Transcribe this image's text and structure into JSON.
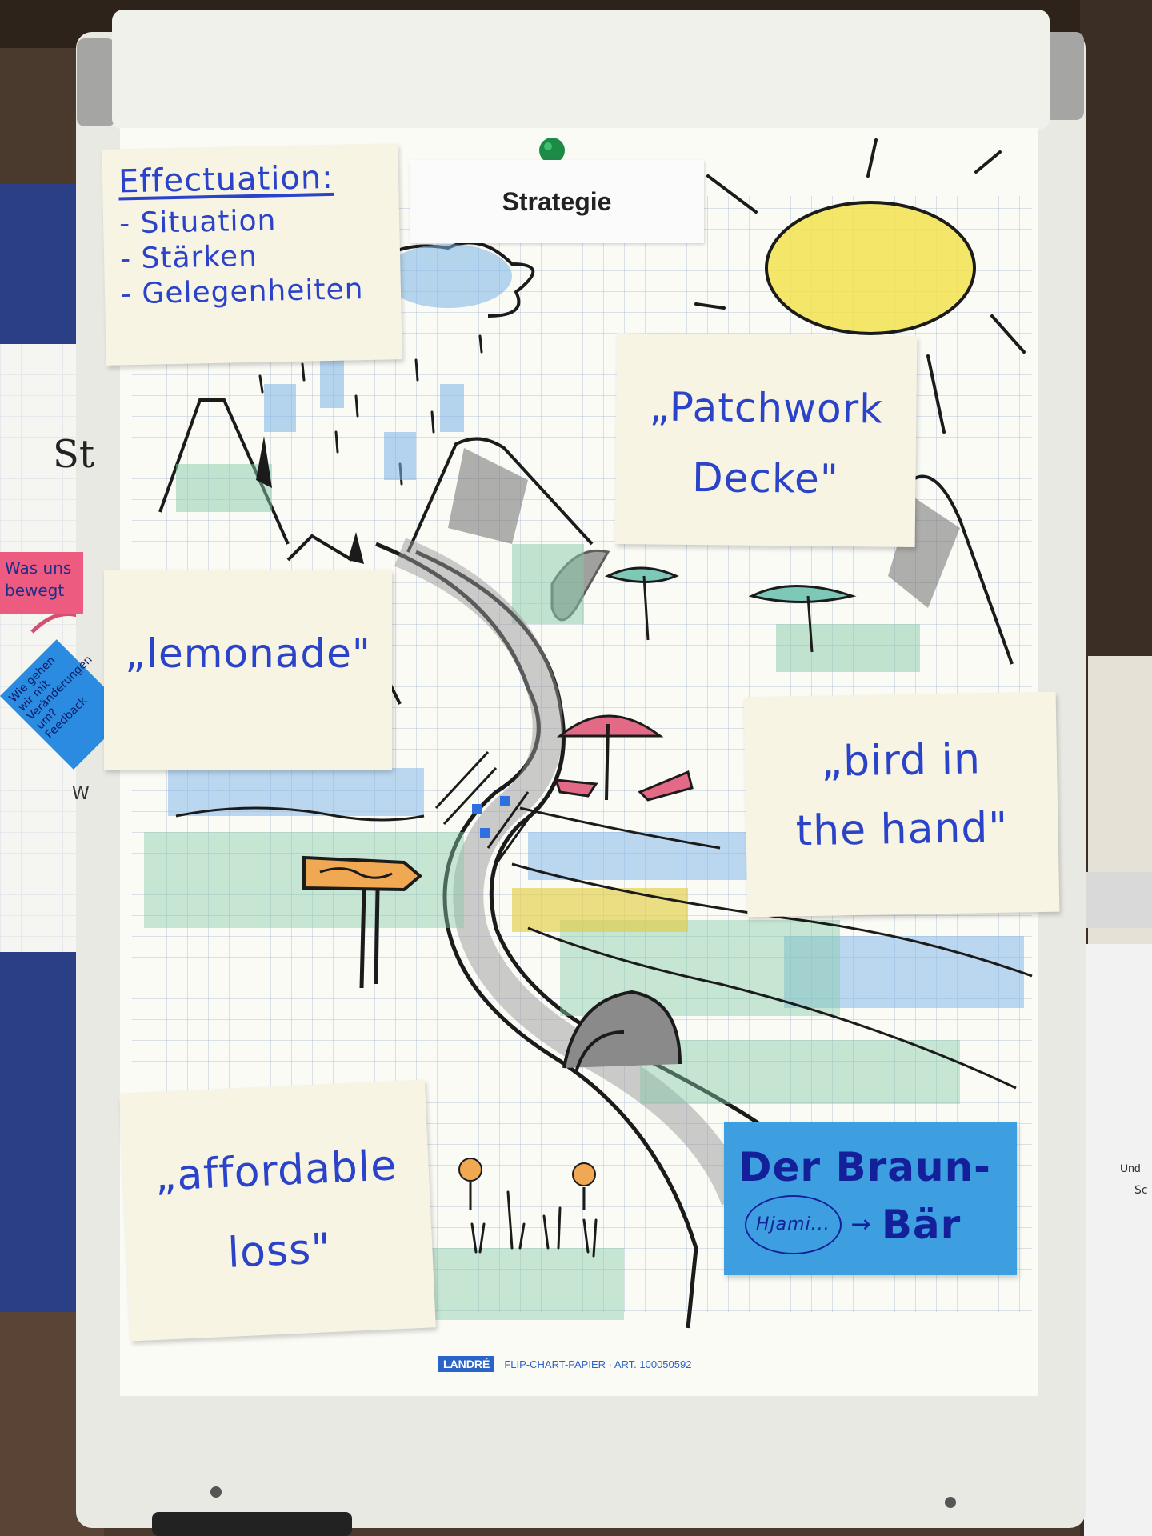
{
  "scene": {
    "colors": {
      "paper": "#fbfbf6",
      "grid": "#b7c4d8",
      "ink": "#1b1b1b",
      "marker_blue": "#2a43c9",
      "note_cream": "#f7f4e4",
      "note_blue": "#3d9ee0",
      "sun_yellow": "#f2e250",
      "chalk_blue": "#7ab4e8",
      "chalk_green": "#86c9a8",
      "road_gray": "#9a9a9a"
    }
  },
  "header_label": "Strategie",
  "notes": {
    "effectuation": {
      "title": "Effectuation:",
      "items": [
        "- Situation",
        "- Stärken",
        "- Gelegenheiten"
      ]
    },
    "patchwork": {
      "line1": "„Patchwork",
      "line2": "Decke\""
    },
    "lemonade": {
      "text": "„lemonade\""
    },
    "bird": {
      "line1": "„bird in",
      "line2": "the hand\""
    },
    "affordable": {
      "line1": "„affordable",
      "line2": "loss\""
    },
    "braun": {
      "line1": "Der Braun-",
      "circle": "Hjami...",
      "arrow": "→",
      "line2": "Bär"
    }
  },
  "side_board": {
    "st": "St",
    "pink": "Was uns bewegt",
    "blue": "Wie gehen wir mit Veränderungen um? Feedback",
    "w": "W"
  },
  "right_table": {
    "und": "Und",
    "sc": "Sc"
  },
  "footer": {
    "brand": "LANDRÉ",
    "text": "FLIP-CHART-PAPIER · ART. 100050592"
  }
}
